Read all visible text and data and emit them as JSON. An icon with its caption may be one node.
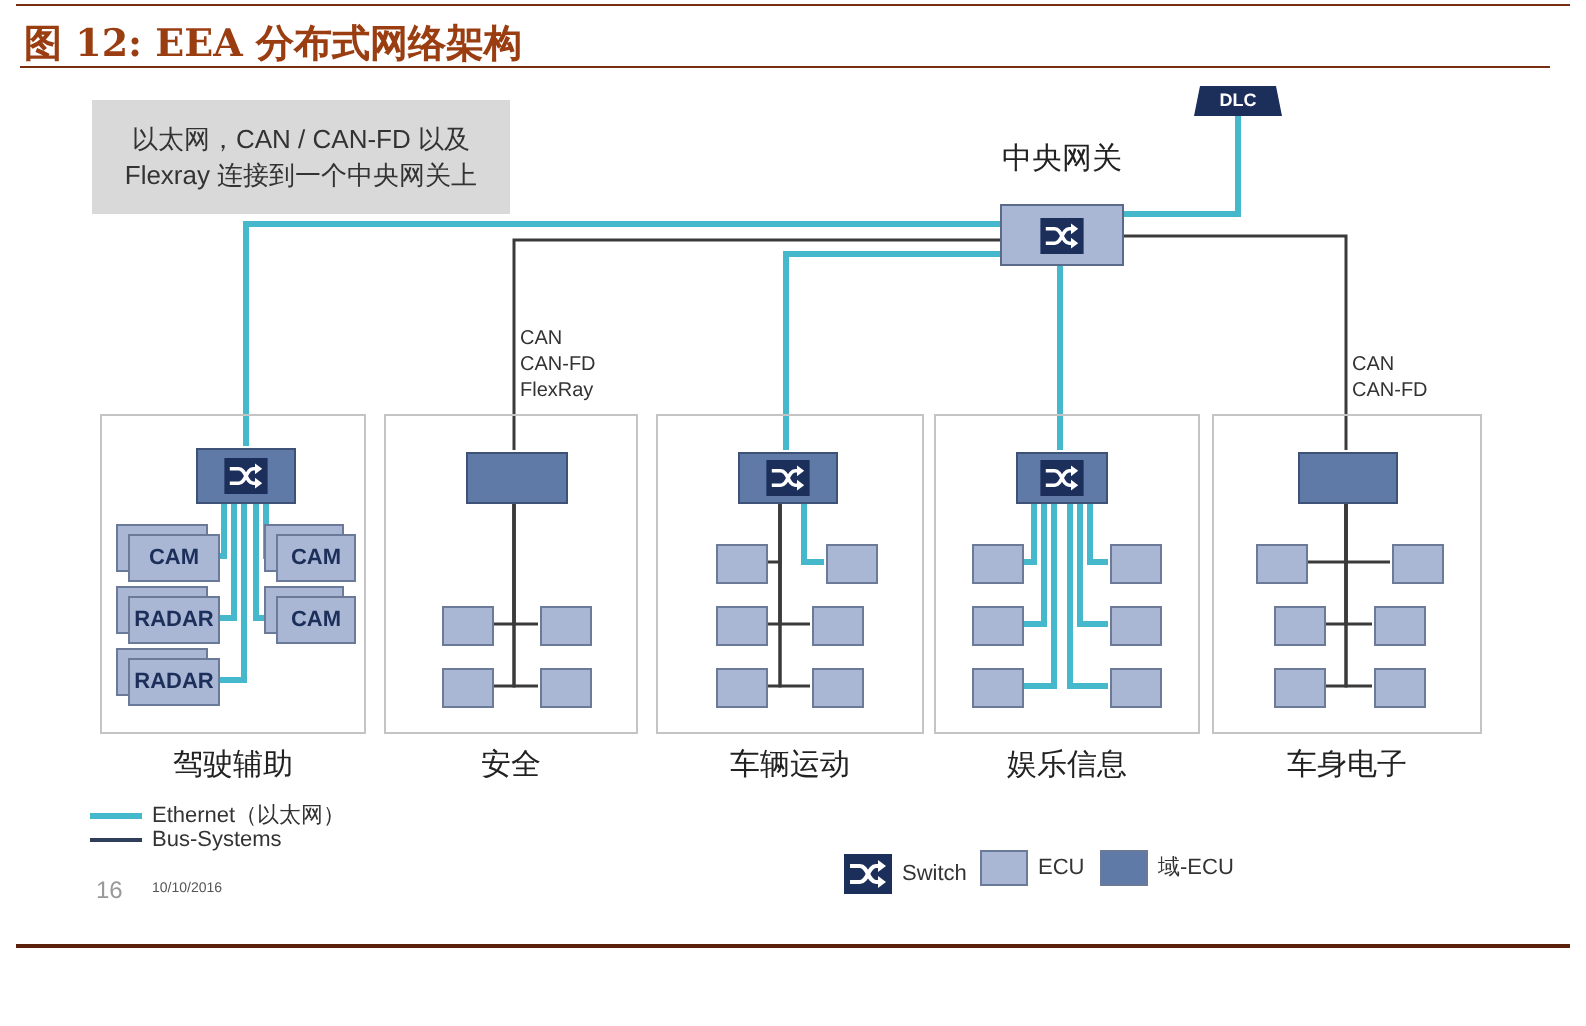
{
  "diagram": {
    "title": "图 12: EEA 分布式网络架构",
    "nodes": [
      {
        "text": [
          "以太网，CAN / CAN-FD 以及 Flexray 连接到一个中央网关上"
        ]
      },
      {
        "text": [
          "DLC"
        ]
      },
      {
        "text": [
          "中央网关"
        ]
      },
      {
        "text": [
          "驾驶辅助"
        ]
      },
      {
        "text": [],
        "shape": "box",
        "in": 3
      },
      {
        "text": [
          "CAM"
        ],
        "in": 3
      },
      {
        "text": [
          "CAM"
        ],
        "in": 3
      },
      {
        "text": [
          "RADAR"
        ],
        "in": 3
      },
      {
        "text": [
          "CAM"
        ],
        "in": 3
      },
      {
        "text": [
          "RADAR"
        ],
        "in": 3
      },
      {
        "text": [
          "安全"
        ]
      },
      {
        "text": [],
        "shape": "box",
        "in": 10
      },
      {
        "text": [],
        "shape": "box",
        "in": 10
      },
      {
        "text": [],
        "shape": "box",
        "in": 10
      },
      {
        "text": [],
        "shape": "box",
        "in": 10
      },
      {
        "text": [],
        "shape": "box",
        "in": 10
      },
      {
        "text": [
          "车辆运动"
        ]
      },
      {
        "text": [],
        "shape": "box",
        "in": 16
      },
      {
        "text": [],
        "shape": "box",
        "in": 16
      },
      {
        "text": [],
        "shape": "box",
        "in": 16
      },
      {
        "text": [],
        "shape": "box",
        "in": 16
      },
      {
        "text": [],
        "shape": "box",
        "in": 16
      },
      {
        "text": [],
        "shape": "box",
        "in": 16
      },
      {
        "text": [],
        "shape": "box",
        "in": 16
      },
      {
        "text": [
          "娱乐信息"
        ]
      },
      {
        "text": [],
        "shape": "box",
        "in": 24
      },
      {
        "text": [],
        "shape": "box",
        "in": 24
      },
      {
        "text": [],
        "shape": "box",
        "in": 24
      },
      {
        "text": [],
        "shape": "box",
        "in": 24
      },
      {
        "text": [],
        "shape": "box",
        "in": 24
      },
      {
        "text": [],
        "shape": "box",
        "in": 24
      },
      {
        "text": [],
        "shape": "box",
        "in": 24
      },
      {
        "text": [
          "车身电子"
        ]
      },
      {
        "text": [],
        "shape": "box",
        "in": 32
      },
      {
        "text": [],
        "shape": "box",
        "in": 32
      },
      {
        "text": [],
        "shape": "box",
        "in": 32
      },
      {
        "text": [],
        "shape": "box",
        "in": 32
      },
      {
        "text": [],
        "shape": "box",
        "in": 32
      },
      {
        "text": [],
        "shape": "box",
        "in": 32
      },
      {
        "text": [],
        "shape": "box",
        "in": 32
      }
    ],
    "edges": [
      {
        "from": 2,
        "to": 1,
        "arrow": "none",
        "style": "thick",
        "color": "#45b8cc"
      },
      {
        "from": 2,
        "to": 4,
        "arrow": "none",
        "style": "thick",
        "color": "#45b8cc"
      },
      {
        "from": 2,
        "to": 11,
        "arrow": "none",
        "label": "CAN CAN-FD FlexRay"
      },
      {
        "from": 2,
        "to": 17,
        "arrow": "none",
        "style": "thick",
        "color": "#45b8cc"
      },
      {
        "from": 2,
        "to": 25,
        "arrow": "none",
        "style": "thick",
        "color": "#45b8cc"
      },
      {
        "from": 2,
        "to": 33,
        "arrow": "none",
        "label": "CAN CAN-FD"
      },
      {
        "from": 4,
        "to": 5,
        "arrow": "none",
        "style": "thick",
        "color": "#45b8cc"
      },
      {
        "from": 4,
        "to": 6,
        "arrow": "none",
        "style": "thick",
        "color": "#45b8cc"
      },
      {
        "from": 4,
        "to": 7,
        "arrow": "none",
        "style": "thick",
        "color": "#45b8cc"
      },
      {
        "from": 4,
        "to": 8,
        "arrow": "none",
        "style": "thick",
        "color": "#45b8cc"
      },
      {
        "from": 4,
        "to": 9,
        "arrow": "none",
        "style": "thick",
        "color": "#45b8cc"
      },
      {
        "from": 11,
        "to": 12,
        "arrow": "none"
      },
      {
        "from": 11,
        "to": 13,
        "arrow": "none"
      },
      {
        "from": 11,
        "to": 14,
        "arrow": "none"
      },
      {
        "from": 11,
        "to": 15,
        "arrow": "none"
      },
      {
        "from": 17,
        "to": 18,
        "arrow": "none"
      },
      {
        "from": 17,
        "to": 19,
        "arrow": "none",
        "style": "thick",
        "color": "#45b8cc"
      },
      {
        "from": 17,
        "to": 20,
        "arrow": "none"
      },
      {
        "from": 17,
        "to": 21,
        "arrow": "none"
      },
      {
        "from": 17,
        "to": 22,
        "arrow": "none"
      },
      {
        "from": 17,
        "to": 23,
        "arrow": "none"
      },
      {
        "from": 25,
        "to": 26,
        "arrow": "none",
        "style": "thick",
        "color": "#45b8cc"
      },
      {
        "from": 25,
        "to": 27,
        "arrow": "none",
        "style": "thick",
        "color": "#45b8cc"
      },
      {
        "from": 25,
        "to": 28,
        "arrow": "none",
        "style": "thick",
        "color": "#45b8cc"
      },
      {
        "from": 25,
        "to": 29,
        "arrow": "none",
        "style": "thick",
        "color": "#45b8cc"
      },
      {
        "from": 25,
        "to": 30,
        "arrow": "none",
        "style": "thick",
        "color": "#45b8cc"
      },
      {
        "from": 25,
        "to": 31,
        "arrow": "none",
        "style": "thick",
        "color": "#45b8cc"
      },
      {
        "from": 33,
        "to": 34,
        "arrow": "none"
      },
      {
        "from": 33,
        "to": 35,
        "arrow": "none"
      },
      {
        "from": 33,
        "to": 36,
        "arrow": "none"
      },
      {
        "from": 33,
        "to": 37,
        "arrow": "none"
      },
      {
        "from": 33,
        "to": 38,
        "arrow": "none"
      },
      {
        "from": 33,
        "to": 39,
        "arrow": "none"
      }
    ],
    "labels": [
      "16",
      "10/10/2016"
    ],
    "legend": [
      {
        "text": "Ethernet（以太网）"
      },
      {
        "text": "Bus-Systems"
      },
      {
        "text": "Switch"
      },
      {
        "text": "ECU",
        "color": "#a9b7d4"
      },
      {
        "text": "域-ECU",
        "color": "#5f7aa6"
      }
    ]
  }
}
